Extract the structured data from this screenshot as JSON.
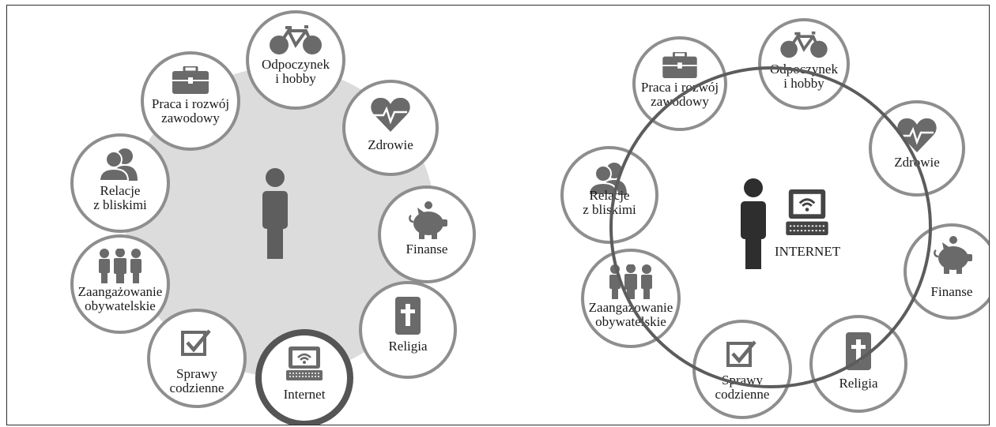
{
  "left": {
    "nodes": {
      "odpoczynek": {
        "line1": "Odpoczynek",
        "line2": "i hobby",
        "icon": "bicycle-icon"
      },
      "praca": {
        "line1": "Praca i rozwój",
        "line2": "zawodowy",
        "icon": "briefcase-icon"
      },
      "zdrowie": {
        "line1": "Zdrowie",
        "icon": "heart-pulse-icon"
      },
      "relacje": {
        "line1": "Relacje",
        "line2": "z bliskimi",
        "icon": "people-icon"
      },
      "finanse": {
        "line1": "Finanse",
        "icon": "piggy-bank-icon"
      },
      "zaangazowanie": {
        "line1": "Zaangażowanie",
        "line2": "obywatelskie",
        "icon": "group-icon"
      },
      "religia": {
        "line1": "Religia",
        "icon": "bible-cross-icon"
      },
      "sprawy": {
        "line1": "Sprawy",
        "line2": "codzienne",
        "icon": "checkbox-icon"
      },
      "internet": {
        "line1": "Internet",
        "icon": "laptop-wifi-icon"
      }
    }
  },
  "right": {
    "center_label": "INTERNET",
    "nodes": {
      "odpoczynek": {
        "line1": "Odpoczynek",
        "line2": "i hobby",
        "icon": "bicycle-icon"
      },
      "praca": {
        "line1": "Praca i rozwój",
        "line2": "zawodowy",
        "icon": "briefcase-icon"
      },
      "zdrowie": {
        "line1": "Zdrowie",
        "icon": "heart-pulse-icon"
      },
      "relacje": {
        "line1": "Relacje",
        "line2": "z bliskimi",
        "icon": "people-icon"
      },
      "finanse": {
        "line1": "Finanse",
        "icon": "piggy-bank-icon"
      },
      "zaangazowanie": {
        "line1": "Zaangażowanie",
        "line2": "obywatelskie",
        "icon": "group-icon"
      },
      "sprawy": {
        "line1": "Sprawy",
        "line2": "codzienne",
        "icon": "checkbox-icon"
      },
      "religia": {
        "line1": "Religia",
        "icon": "bible-cross-icon"
      }
    }
  },
  "colors": {
    "fill": "#dcdcdc",
    "node_border": "#8e8e8e",
    "highlight_border": "#555555",
    "icon": "#6a6a6a",
    "person": "#5e5e5e"
  }
}
